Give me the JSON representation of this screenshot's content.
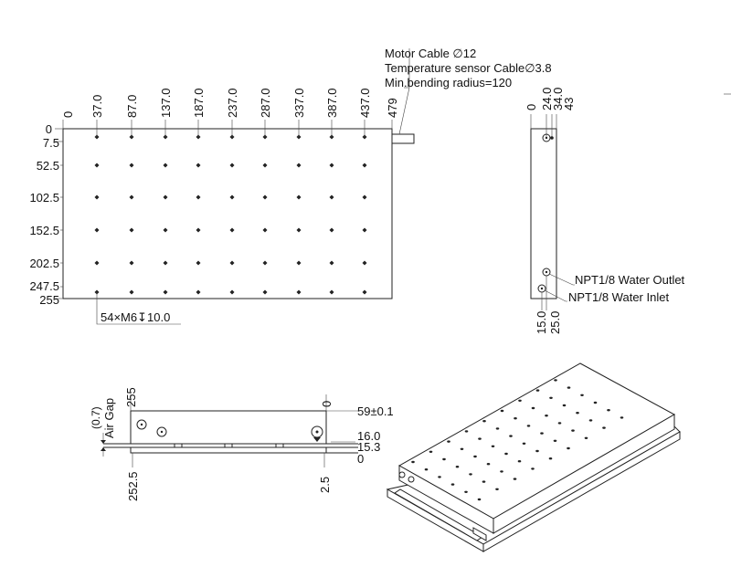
{
  "top_view": {
    "x_labels": [
      "0",
      "37.0",
      "87.0",
      "137.0",
      "187.0",
      "237.0",
      "287.0",
      "337.0",
      "387.0",
      "437.0",
      "479"
    ],
    "y_labels": [
      "0",
      "7.5",
      "52.5",
      "102.5",
      "152.5",
      "202.5",
      "247.5",
      "255"
    ],
    "hole_callout": "54×M6↧10.0",
    "cable_notes": [
      "Motor Cable ∅12",
      "Temperature sensor Cable∅3.8",
      "Min.bending radius=120"
    ]
  },
  "side_view": {
    "top_labels": [
      "0",
      "24.0",
      "34.0",
      "43"
    ],
    "bottom_labels": [
      "15.0",
      "25.0"
    ],
    "outlet_label": "NPT1/8 Water Outlet",
    "inlet_label": "NPT1/8 Water Inlet"
  },
  "front_view": {
    "air_gap_label": "Air Gap",
    "air_gap_value": "(0.7)",
    "top_left_label": "255",
    "top_right_label": "0",
    "height_label": "59±0.1",
    "right_labels": [
      "16.0",
      "15.3",
      "0"
    ],
    "bottom_labels": [
      "252.5",
      "2.5"
    ]
  },
  "colors": {
    "line": "#222222",
    "background": "#ffffff"
  }
}
